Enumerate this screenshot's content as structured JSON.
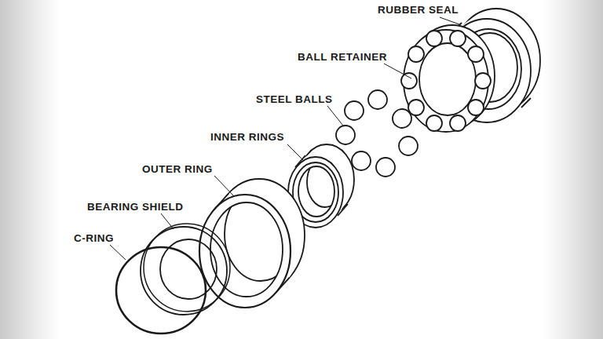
{
  "diagram": {
    "labels": [
      "RUBBER SEAL",
      "BALL RETAINER",
      "STEEL BALLS",
      "INNER RINGS",
      "OUTER RING",
      "BEARING SHIELD",
      "C-RING"
    ]
  }
}
